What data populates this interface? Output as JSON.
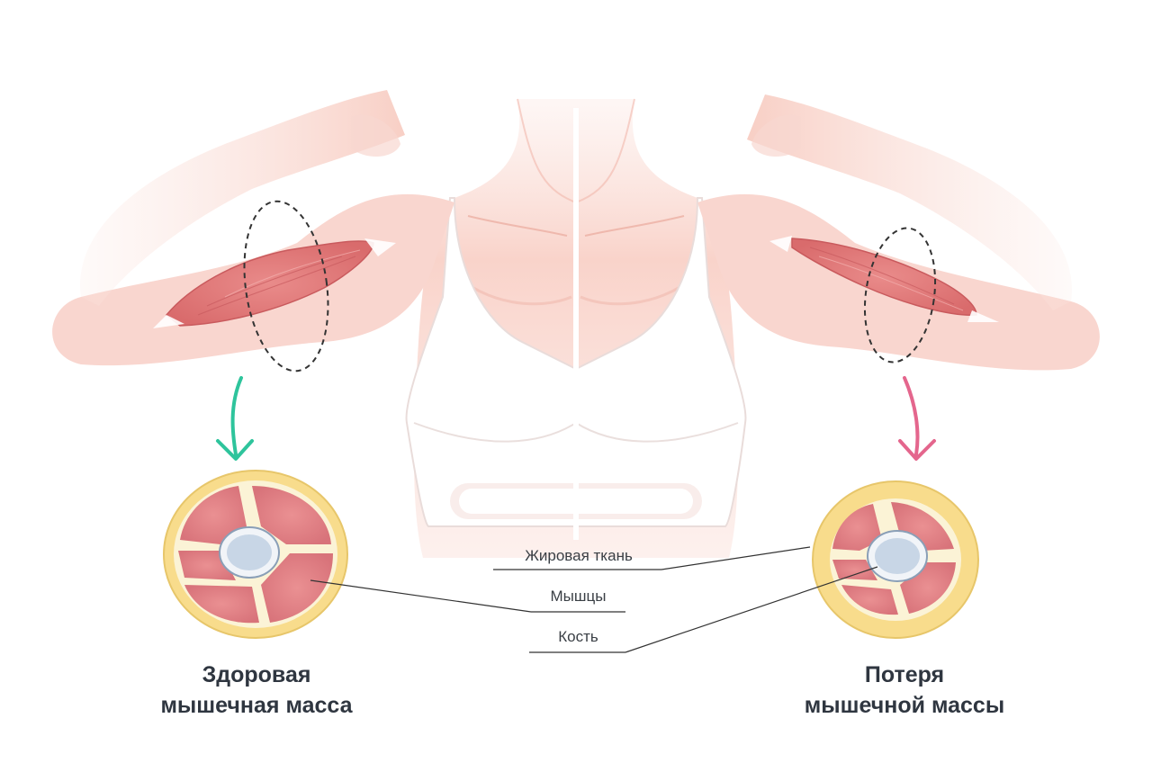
{
  "labels": {
    "fat": "Жировая ткань",
    "muscle": "Мышцы",
    "bone": "Кость"
  },
  "captions": {
    "healthy_line1": "Здоровая",
    "healthy_line2": "мышечная масса",
    "loss_line1": "Потеря",
    "loss_line2": "мышечной массы"
  },
  "colors": {
    "skin": "#f9d6cf",
    "skin_shadow": "#f2b9ae",
    "muscle": "#e88584",
    "fat": "#f8dc8c",
    "bone": "#c8d6e6",
    "healthy_arrow": "#2ec49c",
    "loss_arrow": "#e4668d",
    "text": "#2f3640"
  }
}
